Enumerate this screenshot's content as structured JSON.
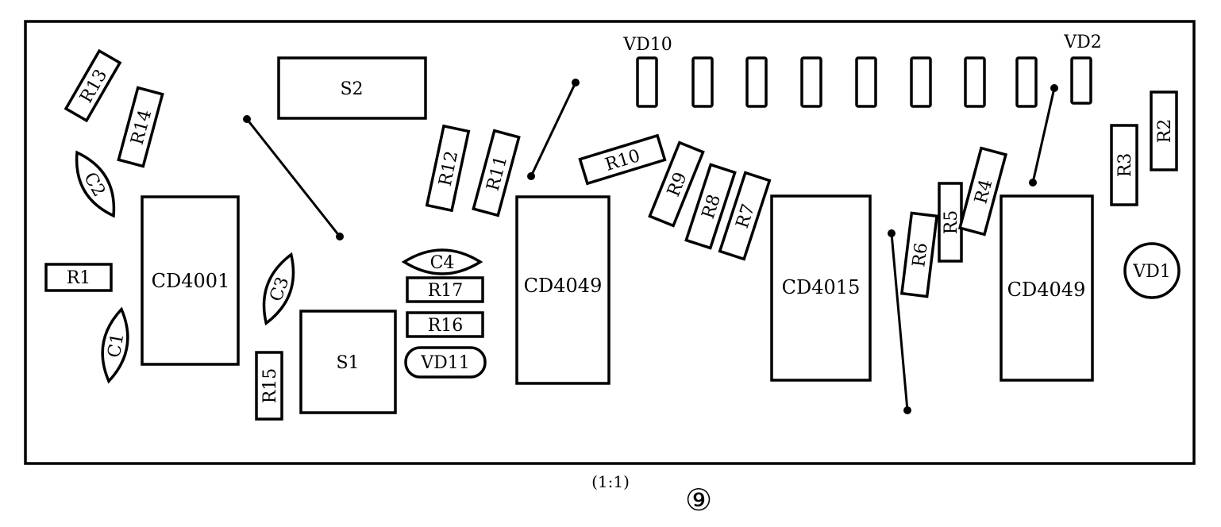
{
  "labels": {
    "vd10": "VD10",
    "vd2": "VD2",
    "vd1": "VD1",
    "vd11": "VD11",
    "s1": "S1",
    "s2": "S2",
    "r1": "R1",
    "r2": "R2",
    "r3": "R3",
    "r4": "R4",
    "r5": "R5",
    "r6": "R6",
    "r7": "R7",
    "r8": "R8",
    "r9": "R9",
    "r10": "R10",
    "r11": "R11",
    "r12": "R12",
    "r13": "R13",
    "r14": "R14",
    "r15": "R15",
    "r16": "R16",
    "r17": "R17",
    "c1": "C1",
    "c2": "C2",
    "c3": "C3",
    "c4": "C4",
    "u1": "CD4001",
    "u2": "CD4049",
    "u3": "CD4015",
    "u4": "CD4049"
  },
  "caption": {
    "scale": "(1:1)",
    "figure_number": "⑨"
  }
}
